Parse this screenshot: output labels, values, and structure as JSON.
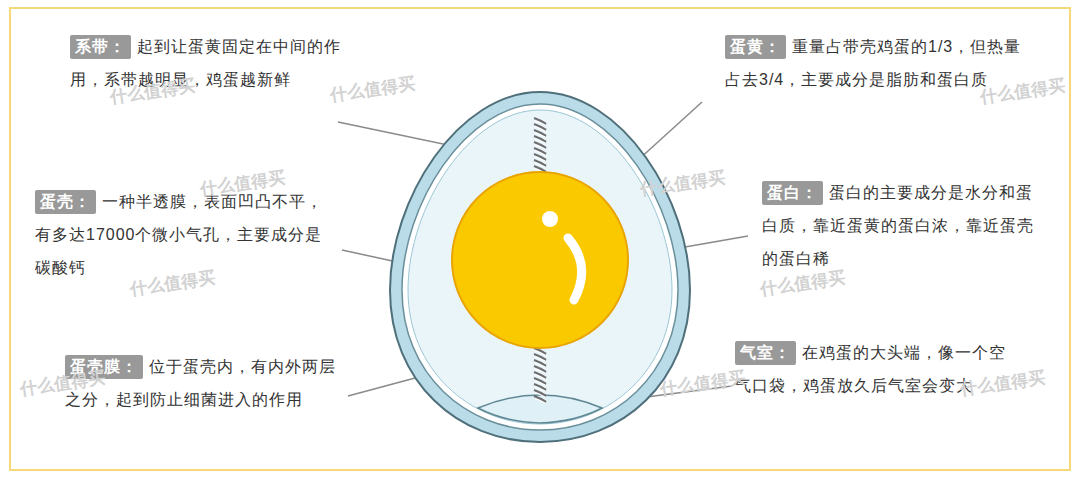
{
  "diagram": {
    "nodes": [
      {
        "text": [
          "系带：",
          "起到让蛋黄固定在中间的作用，系带越明显，鸡蛋越新鲜"
        ]
      },
      {
        "text": [
          "蛋壳：",
          "一种半透膜，表面凹凸不平，有多达17000个微小气孔，主要成分是碳酸钙"
        ]
      },
      {
        "text": [
          "蛋壳膜：",
          "位于蛋壳内，有内外两层之分，起到防止细菌进入的作用"
        ]
      },
      {
        "text": [
          "蛋黄：",
          "重量占带壳鸡蛋的1/3，但热量占去3/4，主要成分是脂肪和蛋白质"
        ]
      },
      {
        "text": [
          "蛋白：",
          "蛋白的主要成分是水分和蛋白质，靠近蛋黄的蛋白浓，靠近蛋壳的蛋白稀"
        ]
      },
      {
        "text": [
          "气室：",
          "在鸡蛋的大头端，像一个空气口袋，鸡蛋放久后气室会变大"
        ]
      }
    ],
    "labels": [
      "什么值得买",
      "什么值得买",
      "什么值得买",
      "什么值得买",
      "什么值得买",
      "什么值得买",
      "什么值得买",
      "什么值得买",
      "什么值得买",
      "什么值得买"
    ]
  }
}
